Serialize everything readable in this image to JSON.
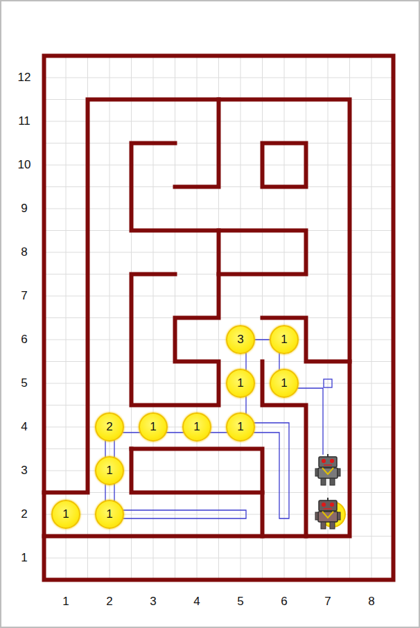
{
  "diagram": {
    "nodes": [
      {
        "text": [
          "3"
        ]
      },
      {
        "text": [
          "1"
        ]
      },
      {
        "text": [
          "1"
        ]
      },
      {
        "text": [
          "1"
        ]
      },
      {
        "text": [
          "2"
        ]
      },
      {
        "text": [
          "1"
        ]
      },
      {
        "text": [
          "1"
        ]
      },
      {
        "text": [
          "1"
        ]
      },
      {
        "text": [
          "1"
        ]
      },
      {
        "text": [
          "1"
        ]
      },
      {
        "text": [
          "1"
        ]
      }
    ],
    "labels": [
      "12",
      "11",
      "10",
      "9",
      "8",
      "7",
      "6",
      "5",
      "4",
      "3",
      "2",
      "1",
      "1",
      "2",
      "3",
      "4",
      "5",
      "6",
      "7",
      "8"
    ]
  }
}
